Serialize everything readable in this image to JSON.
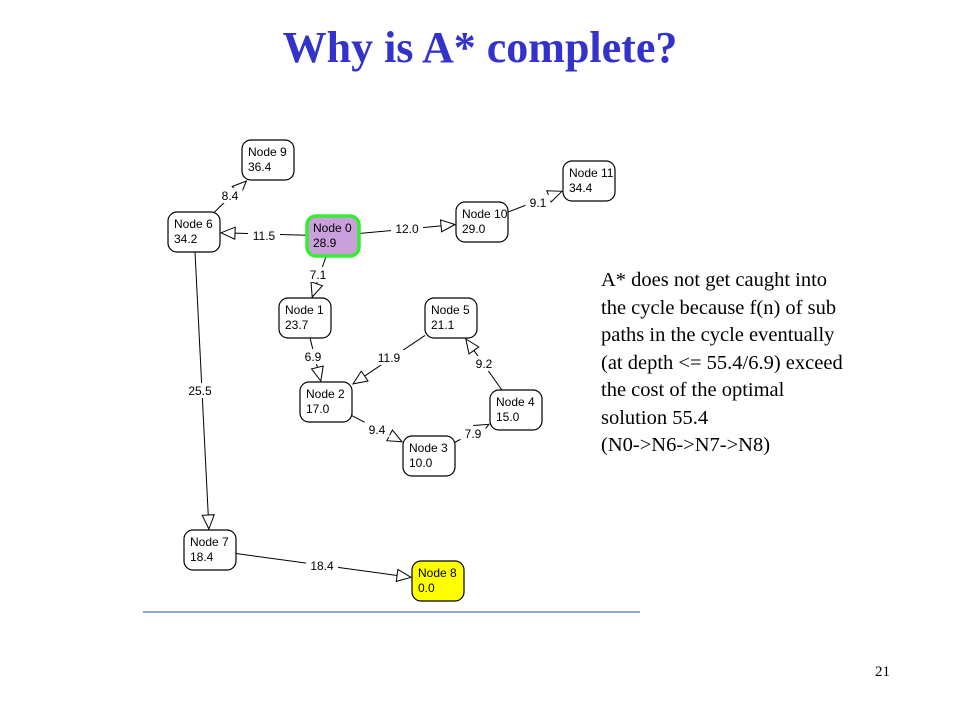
{
  "slide": {
    "title": "Why is A* complete?",
    "page_number": "21"
  },
  "note_lines": [
    "A* does not get caught into",
    "the cycle because f(n) of sub",
    "paths in the cycle eventually",
    "(at depth <= 55.4/6.9) exceed",
    "the cost of the optimal",
    "solution 55.4",
    "(N0->N6->N7->N8)"
  ],
  "graph": {
    "colors": {
      "start_fill": "#c9a0dc",
      "start_border": "#33ee33",
      "goal_fill": "#ffff00",
      "normal_fill": "#ffffff"
    },
    "nodes": [
      {
        "id": "n0",
        "name": "Node 0",
        "h": "28.9",
        "kind": "start"
      },
      {
        "id": "n1",
        "name": "Node 1",
        "h": "23.7",
        "kind": "normal"
      },
      {
        "id": "n2",
        "name": "Node 2",
        "h": "17.0",
        "kind": "normal"
      },
      {
        "id": "n3",
        "name": "Node 3",
        "h": "10.0",
        "kind": "normal"
      },
      {
        "id": "n4",
        "name": "Node 4",
        "h": "15.0",
        "kind": "normal"
      },
      {
        "id": "n5",
        "name": "Node 5",
        "h": "21.1",
        "kind": "normal"
      },
      {
        "id": "n6",
        "name": "Node 6",
        "h": "34.2",
        "kind": "normal"
      },
      {
        "id": "n7",
        "name": "Node 7",
        "h": "18.4",
        "kind": "normal"
      },
      {
        "id": "n8",
        "name": "Node 8",
        "h": "0.0",
        "kind": "goal"
      },
      {
        "id": "n9",
        "name": "Node 9",
        "h": "36.4",
        "kind": "normal"
      },
      {
        "id": "n10",
        "name": "Node 10",
        "h": "29.0",
        "kind": "normal"
      },
      {
        "id": "n11",
        "name": "Node 11",
        "h": "34.4",
        "kind": "normal"
      }
    ],
    "edges": [
      {
        "from": "n0",
        "to": "n6",
        "cost": "11.5"
      },
      {
        "from": "n0",
        "to": "n10",
        "cost": "12.0"
      },
      {
        "from": "n0",
        "to": "n1",
        "cost": "7.1"
      },
      {
        "from": "n6",
        "to": "n9",
        "cost": "8.4"
      },
      {
        "from": "n10",
        "to": "n11",
        "cost": "9.1"
      },
      {
        "from": "n6",
        "to": "n7",
        "cost": "25.5"
      },
      {
        "from": "n7",
        "to": "n8",
        "cost": "18.4"
      },
      {
        "from": "n1",
        "to": "n2",
        "cost": "6.9"
      },
      {
        "from": "n2",
        "to": "n3",
        "cost": "9.4"
      },
      {
        "from": "n3",
        "to": "n4",
        "cost": "7.9"
      },
      {
        "from": "n4",
        "to": "n5",
        "cost": "9.2"
      },
      {
        "from": "n5",
        "to": "n2",
        "cost": "11.9"
      }
    ]
  }
}
